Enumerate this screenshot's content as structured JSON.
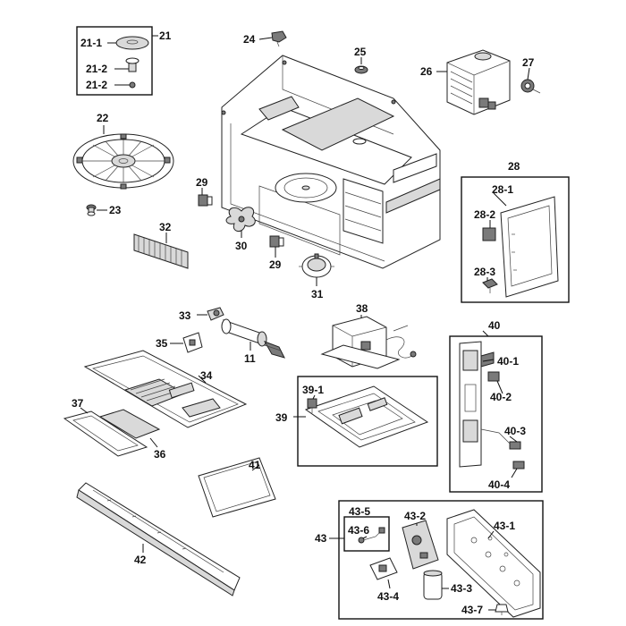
{
  "labels": {
    "p21": "21",
    "p21_1": "21-1",
    "p21_2a": "21-2",
    "p21_2b": "21-2",
    "p22": "22",
    "p23": "23",
    "p24": "24",
    "p25": "25",
    "p26": "26",
    "p27": "27",
    "p28": "28",
    "p28_1": "28-1",
    "p28_2": "28-2",
    "p28_3": "28-3",
    "p29a": "29",
    "p29b": "29",
    "p30": "30",
    "p31": "31",
    "p32": "32",
    "p33": "33",
    "p11": "11",
    "p34": "34",
    "p35": "35",
    "p36": "36",
    "p37": "37",
    "p38": "38",
    "p39": "39",
    "p39_1": "39-1",
    "p40": "40",
    "p40_1": "40-1",
    "p40_2": "40-2",
    "p40_3": "40-3",
    "p40_4": "40-4",
    "p41": "41",
    "p42": "42",
    "p43": "43",
    "p43_1": "43-1",
    "p43_2": "43-2",
    "p43_3": "43-3",
    "p43_4": "43-4",
    "p43_5": "43-5",
    "p43_6": "43-6",
    "p43_7": "43-7"
  }
}
